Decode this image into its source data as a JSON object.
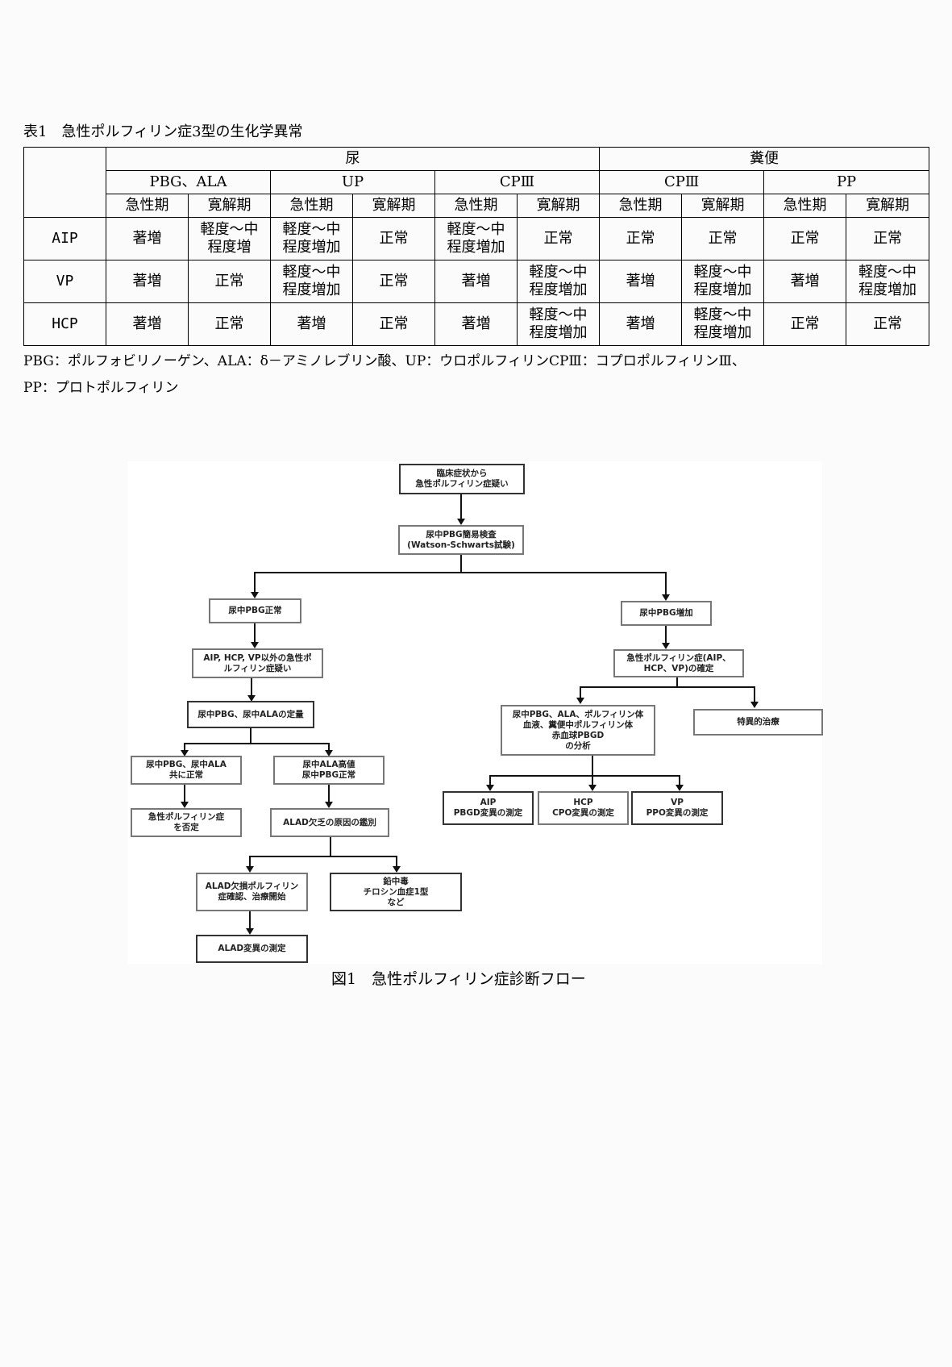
{
  "table": {
    "caption": "表1　急性ポルフィリン症3型の生化学異常",
    "groups": [
      "尿",
      "糞便"
    ],
    "analytes": [
      "PBG、ALA",
      "UP",
      "CPⅢ",
      "CPⅢ",
      "PP"
    ],
    "phases": [
      "急性期",
      "寛解期",
      "急性期",
      "寛解期",
      "急性期",
      "寛解期",
      "急性期",
      "寛解期",
      "急性期",
      "寛解期"
    ],
    "rows": [
      {
        "label": "AIP",
        "cells": [
          "著増",
          "軽度～中\n程度増",
          "軽度～中\n程度増加",
          "正常",
          "軽度～中\n程度増加",
          "正常",
          "正常",
          "正常",
          "正常",
          "正常"
        ]
      },
      {
        "label": "VP",
        "cells": [
          "著増",
          "正常",
          "軽度～中\n程度増加",
          "正常",
          "著増",
          "軽度～中\n程度増加",
          "著増",
          "軽度～中\n程度増加",
          "著増",
          "軽度～中\n程度増加"
        ]
      },
      {
        "label": "HCP",
        "cells": [
          "著増",
          "正常",
          "著増",
          "正常",
          "著増",
          "軽度～中\n程度増加",
          "著増",
          "軽度～中\n程度増加",
          "正常",
          "正常"
        ]
      }
    ],
    "footnote_line1": "PBG：ポルフォビリノーゲン、ALA：δ－アミノレブリン酸、UP：ウロポルフィリンCPⅢ：コプロポルフィリンⅢ、",
    "footnote_line2": "PP：プロトポルフィリン"
  },
  "figure": {
    "caption": "図1　急性ポルフィリン症診断フロー",
    "nodes": {
      "start": "臨床症状から\n急性ポルフィリン症疑い",
      "screen": "尿中PBG簡易検査\n(Watson-Schwarts試験)",
      "pbg_normal": "尿中PBG正常",
      "pbg_increase": "尿中PBG増加",
      "other_suspect": "AIP, HCP, VP以外の急性ポ\nルフィリン症疑い",
      "confirm": "急性ポルフィリン症(AIP、\nHCP、VP)の確定",
      "quant": "尿中PBG、尿中ALAの定量",
      "analysis": "尿中PBG、ALA、ポルフィリン体\n血液、糞便中ポルフィリン体\n赤血球PBGD\nの分析",
      "specific_tx": "特異的治療",
      "both_normal": "尿中PBG、尿中ALA\n共に正常",
      "ala_high": "尿中ALA高値\n尿中PBG正常",
      "aip_test": "AIP\nPBGD変異の測定",
      "hcp_test": "HCP\nCPO変異の測定",
      "vp_test": "VP\nPPO変異の測定",
      "deny": "急性ポルフィリン症\nを否定",
      "alad_diff": "ALAD欠乏の原因の鑑別",
      "alad_confirm": "ALAD欠損ポルフィリン\n症確認、治療開始",
      "lead": "鉛中毒\nチロシン血症1型\nなど",
      "alad_mut": "ALAD変異の測定"
    }
  }
}
